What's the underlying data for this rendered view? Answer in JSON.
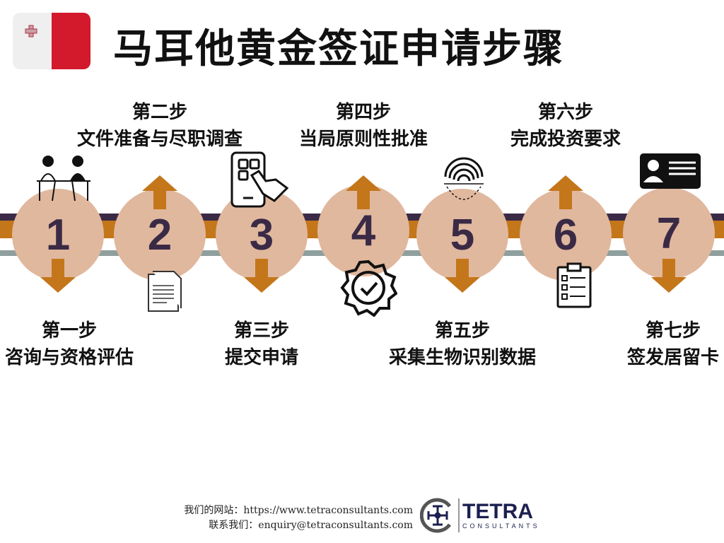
{
  "title": "马耳他黄金签证申请步骤",
  "colors": {
    "accent_orange": "#c4761a",
    "circle": "#e0b89e",
    "number": "#3a2a45",
    "band_dark": "#3a2a45",
    "band_gray": "#8f9f9d"
  },
  "steps": [
    {
      "number": "1",
      "step": "第一步",
      "label": "咨询与资格评估",
      "icon": "consultation-icon"
    },
    {
      "number": "2",
      "step": "第二步",
      "label": "文件准备与尽职调查",
      "icon": "document-icon"
    },
    {
      "number": "3",
      "step": "第三步",
      "label": "提交申请",
      "icon": "phone-tap-icon"
    },
    {
      "number": "4",
      "step": "第四步",
      "label": "当局原则性批准",
      "icon": "approval-badge-icon"
    },
    {
      "number": "5",
      "step": "第五步",
      "label": "采集生物识别数据",
      "icon": "fingerprint-icon"
    },
    {
      "number": "6",
      "step": "第六步",
      "label": "完成投资要求",
      "icon": "clipboard-icon"
    },
    {
      "number": "7",
      "step": "第七步",
      "label": "签发居留卡",
      "icon": "id-card-icon"
    }
  ],
  "footer": {
    "website": "我们的网站：https://www.tetraconsultants.com",
    "contact": "联系我们：enquiry@tetraconsultants.com"
  },
  "logo": {
    "name": "TETRA",
    "sub": "CONSULTANTS"
  }
}
